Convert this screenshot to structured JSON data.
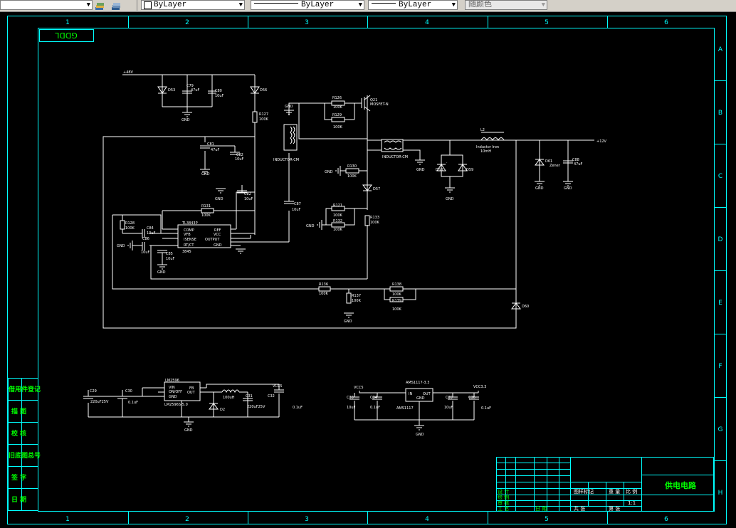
{
  "toolbar": {
    "layer_color_label": "ByLayer",
    "linetype_label": "ByLayer",
    "lineweight_label": "ByLayer",
    "plotstyle_label": "随颜色"
  },
  "frame": {
    "col_numbers": [
      "1",
      "2",
      "3",
      "4",
      "5",
      "6"
    ],
    "row_letters": [
      "A",
      "B",
      "C",
      "D",
      "E",
      "F",
      "G",
      "H"
    ],
    "logo_text": "GDDL"
  },
  "left_block": {
    "items": [
      "借用件登记",
      "描 图",
      "校 核",
      "旧底图总号",
      "签 字",
      "日 期"
    ]
  },
  "title_block": {
    "drawing_title": "供电电路",
    "labels": {
      "designer": "设 计",
      "drawn": "绘 制",
      "review": "审 核",
      "process": "工 艺",
      "date": "日 期",
      "stage": "图样标记",
      "weight": "重 量",
      "scale": "比 例",
      "scale_value": "1:1",
      "sheets": "共  张",
      "sheet": "第  张"
    }
  },
  "colors": {
    "wire": "#ffffff",
    "frame": "#00ffff",
    "title_text": "#00ff00",
    "toolbar_bg": "#d4d0c8"
  },
  "circuit": {
    "net_48v": "+48V",
    "net_12v": "+12V",
    "gnd": "GND",
    "components": {
      "d53": "D53",
      "c79": "C79",
      "c79_val": "47uF",
      "c80": "C80",
      "c80_val": "10uF",
      "d56": "D56",
      "r127a": "R127",
      "r127a_val": "100K",
      "r126": "R126",
      "r126_val": "100K",
      "r129": "R129",
      "r129_val": "100K",
      "q21": "Q21",
      "q21_val": "MOSFET-N",
      "t1": "INDUCTOR-CM",
      "t2": "INDUCTOR-CM",
      "c81": "C81",
      "c81_val": "47uF",
      "c82": "C82",
      "c82_val": "10uF",
      "r130": "R130",
      "r130_val": "100K",
      "d57": "D57",
      "d58": "D58",
      "d59": "D59",
      "l2": "L2",
      "l2_val1": "Inductor Iron",
      "l2_val2": "10mH",
      "d61": "D61",
      "d61_val": "Zener",
      "c88": "C88",
      "c88_val": "47uF",
      "c82b": "C82",
      "c82b_val": "10uF",
      "r131": "R131",
      "r131_val": "100K",
      "r121": "R121",
      "r121_val": "100K",
      "r132": "R132",
      "r132_val": "100K",
      "r133": "R133",
      "r133_val": "100K",
      "c87": "C87",
      "c87_val": "10uF",
      "u_ctrl": "TL3843P",
      "pin_comp": "COMP",
      "pin_vfb": "VFB",
      "pin_isense": "ISENSE",
      "pin_rtct": "RT/CT",
      "pin_ref": "REF",
      "pin_vcc": "VCC",
      "pin_output": "OUTPUT",
      "pin_gnd": "GND",
      "u_ctrl_part": "3845",
      "r128": "R128",
      "r128_val": "100K",
      "c84": "C84",
      "c84_val": "10uF",
      "c86": "C86",
      "c86_val": "10uF",
      "c85": "C85",
      "c85_val": "10uF",
      "r136": "R136",
      "r136_val": "100K",
      "r137": "R137",
      "r137_val": "100K",
      "r138": "R138",
      "r138_val": "100K",
      "r139": "R139",
      "r139_val": "100K",
      "d60": "D60"
    },
    "lm": {
      "c29": "C29",
      "c29_val": "220uF25V",
      "c30": "C30",
      "c30_val": "0.1uF",
      "chip": "LM2596",
      "pin_vin": "VIN",
      "pin_onoff": "ON/OFF",
      "pin_gnd": "GND",
      "pin_fb": "FB",
      "pin_out": "OUT",
      "part": "LM2596S-5.0",
      "l": "100uH",
      "d": "D2",
      "c31": "C31",
      "c31_val": "220uF25V",
      "c32": "C32",
      "c32_val": "0.1uF",
      "net": "VCC5"
    },
    "ams": {
      "net_in": "VCC5",
      "c33": "C33",
      "c33_val": "10uF",
      "c34": "C34",
      "c34_val": "0.1uF",
      "chip": "AMS1117-3.3",
      "pin_in": "IN",
      "pin_out": "OUT",
      "pin_gnd": "GND",
      "part": "AMS1117",
      "c35": "C35",
      "c35_val": "10uF",
      "c36": "C36",
      "c36_val": "0.1uF",
      "net_out": "VCC3.3"
    }
  }
}
